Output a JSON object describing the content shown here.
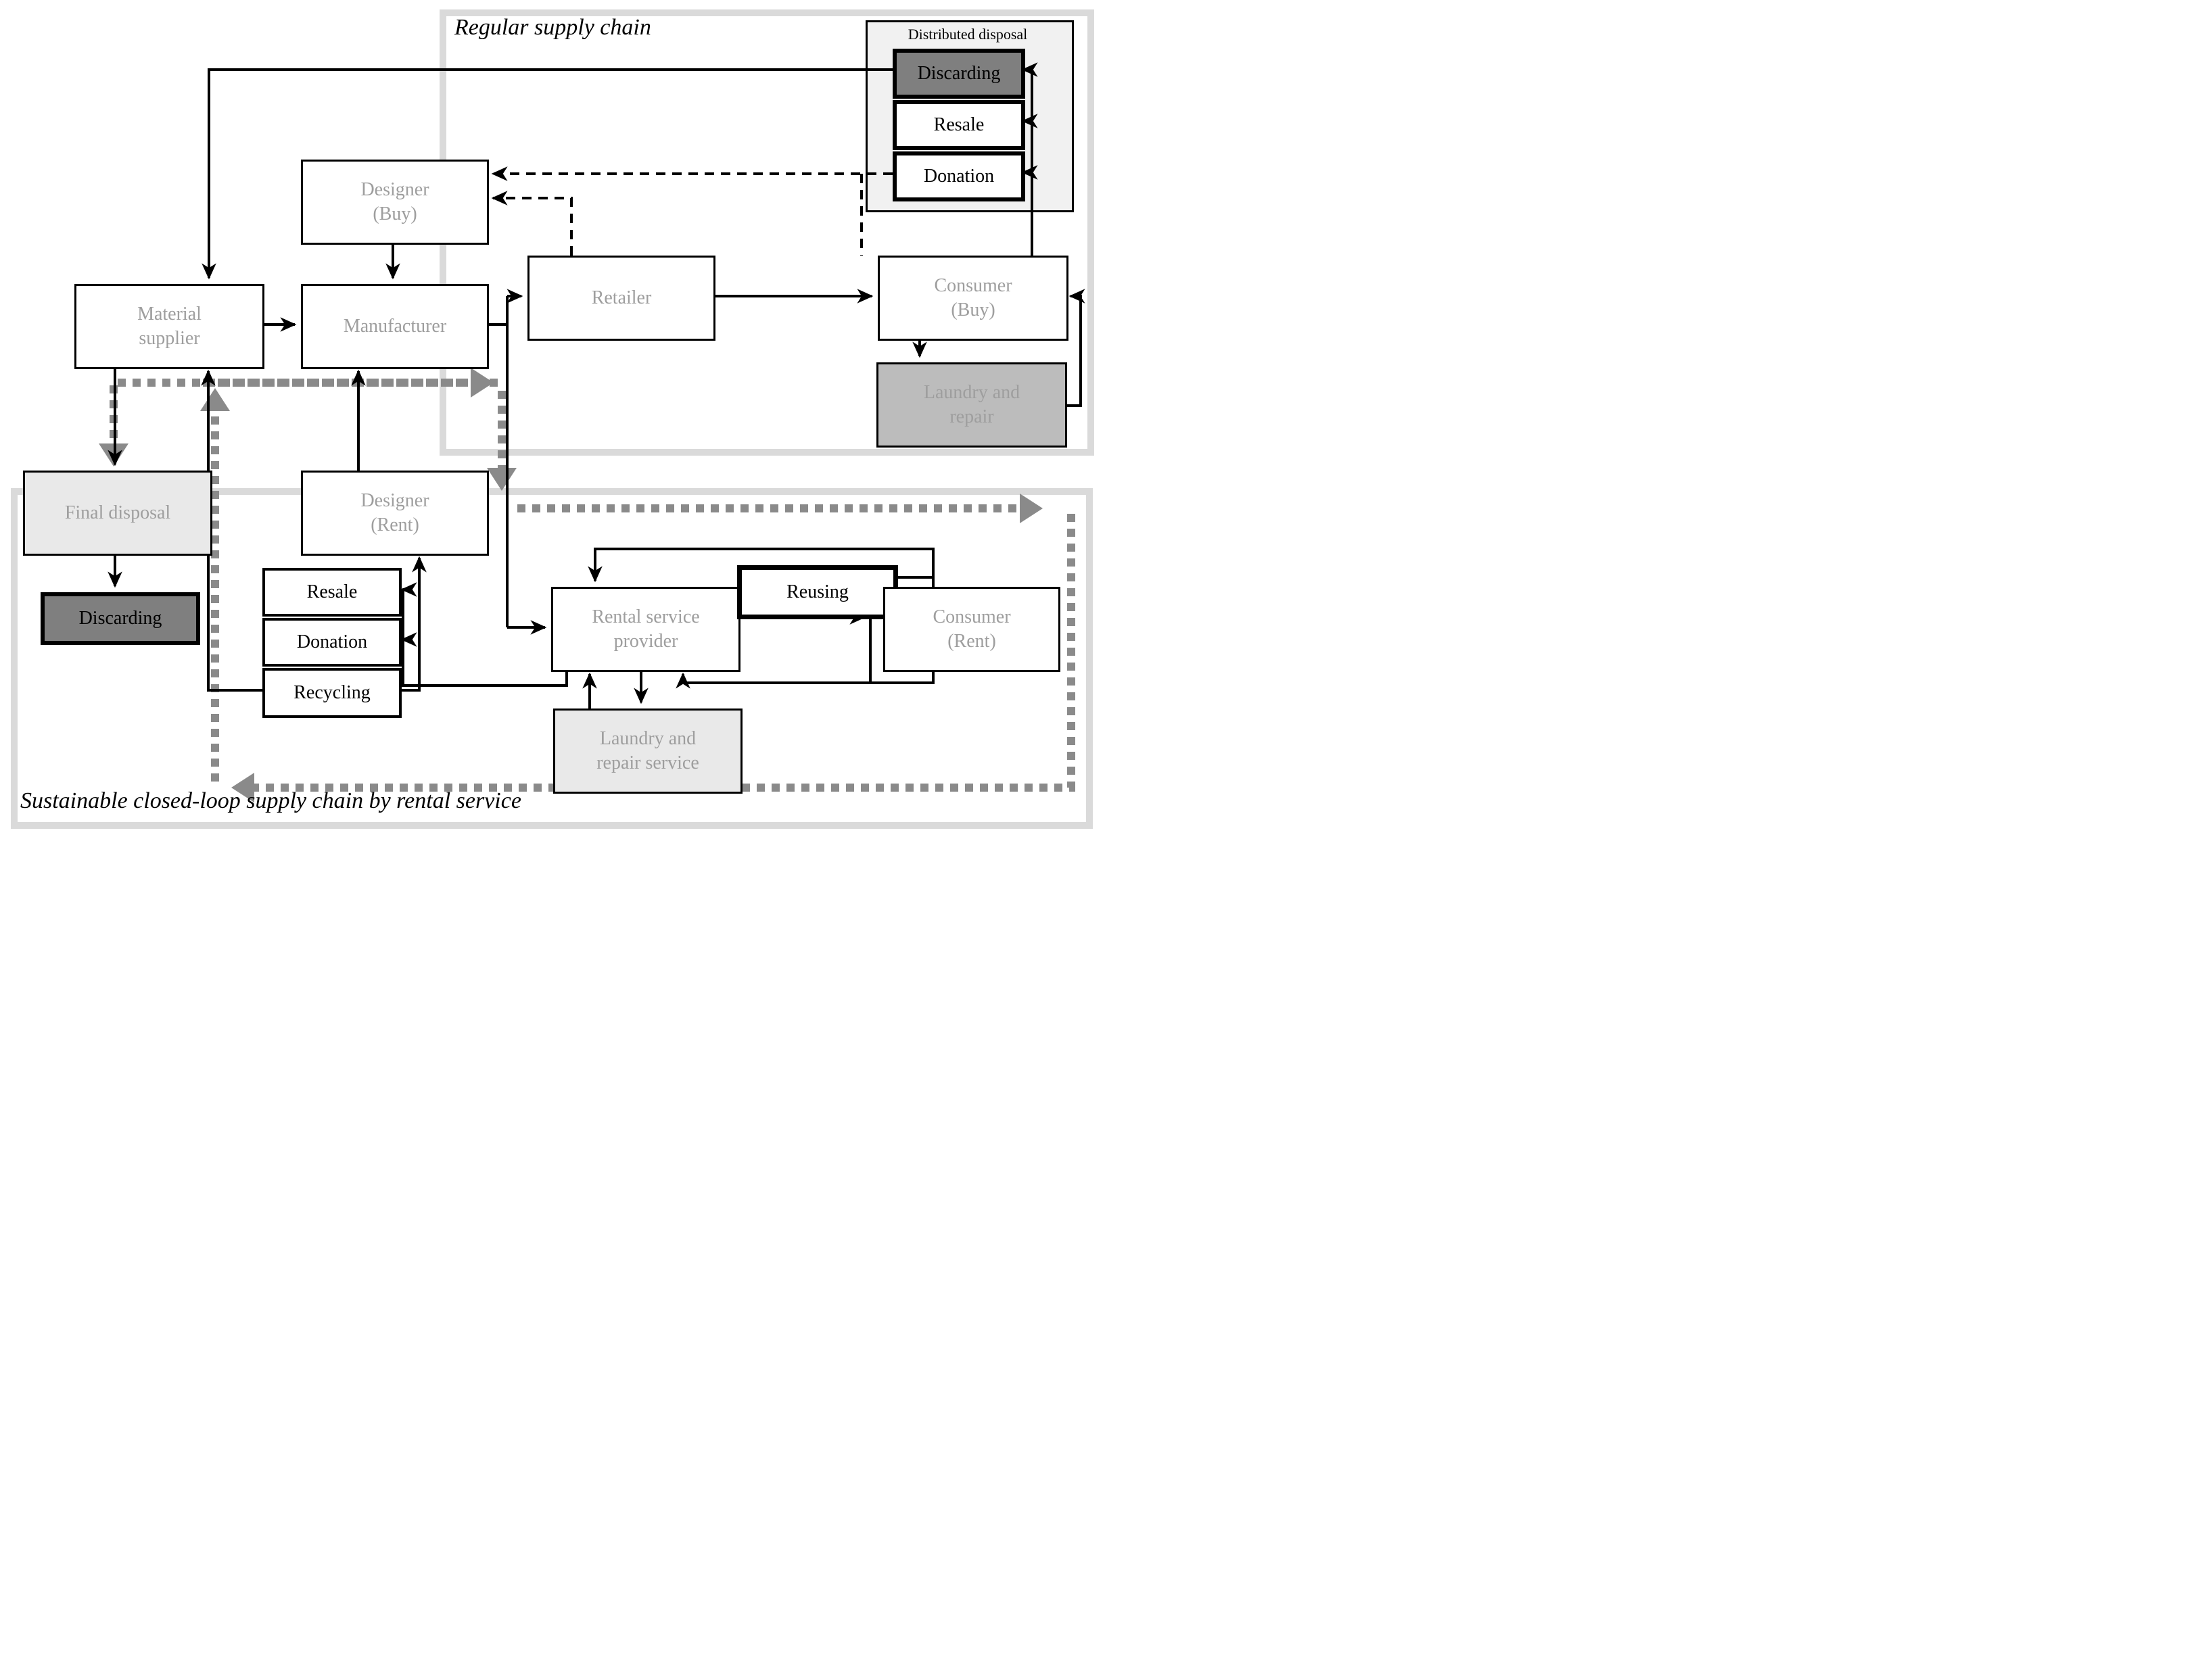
{
  "titles": {
    "regular_chain": "Regular supply chain",
    "sustainable_chain": "Sustainable closed-loop supply chain by rental service"
  },
  "distributed_disposal": {
    "label": "Distributed disposal"
  },
  "nodes": {
    "designer_buy": {
      "lines": [
        "Designer",
        "(Buy)"
      ]
    },
    "material_supplier": {
      "lines": [
        "Material",
        "supplier"
      ]
    },
    "manufacturer": {
      "lines": [
        "Manufacturer"
      ]
    },
    "retailer": {
      "lines": [
        "Retailer"
      ]
    },
    "consumer_buy": {
      "lines": [
        "Consumer",
        "(Buy)"
      ]
    },
    "laundry_repair": {
      "lines": [
        "Laundry and",
        "repair"
      ]
    },
    "discarding_top": {
      "lines": [
        "Discarding"
      ]
    },
    "resale_top": {
      "lines": [
        "Resale"
      ]
    },
    "donation_top": {
      "lines": [
        "Donation"
      ]
    },
    "final_disposal": {
      "lines": [
        "Final disposal"
      ]
    },
    "discarding_bottom": {
      "lines": [
        "Discarding"
      ]
    },
    "designer_rent": {
      "lines": [
        "Designer",
        "(Rent)"
      ]
    },
    "resale_bottom": {
      "lines": [
        "Resale"
      ]
    },
    "donation_bottom": {
      "lines": [
        "Donation"
      ]
    },
    "recycling": {
      "lines": [
        "Recycling"
      ]
    },
    "rental_service_provider": {
      "lines": [
        "Rental service",
        "provider"
      ]
    },
    "reusing": {
      "lines": [
        "Reusing"
      ]
    },
    "consumer_rent": {
      "lines": [
        "Consumer",
        "(Rent)"
      ]
    },
    "laundry_repair_service": {
      "lines": [
        "Laundry and",
        "repair service"
      ]
    }
  },
  "colors": {
    "container_border": "#dadada",
    "panel_fill": "#f1f1f1",
    "dark_box_fill": "#7f7f7f",
    "medium_box_fill": "#bcbcbc",
    "light_box_fill": "#e9e9e9",
    "gray_node_text": "#9e9e9e",
    "dotted_flow": "#8a8a8a",
    "line_black": "#000000"
  }
}
